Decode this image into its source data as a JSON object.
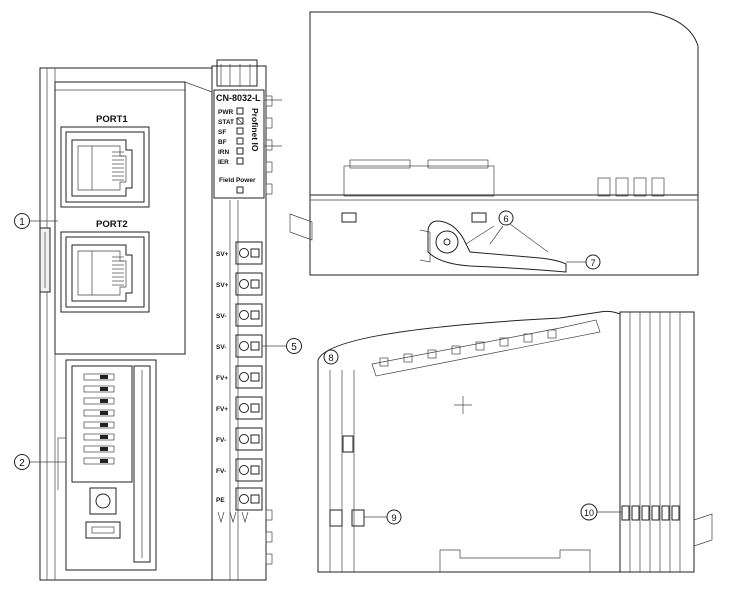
{
  "model": "CN-8032-L",
  "bus": "Profinet IO",
  "ports": [
    "PORT1",
    "PORT2"
  ],
  "leds": [
    "PWR",
    "STAT",
    "SF",
    "BF",
    "IRN",
    "IER"
  ],
  "field_power": "Field Power",
  "terminals": [
    "SV+",
    "SV+",
    "SV-",
    "SV-",
    "FV+",
    "FV+",
    "FV-",
    "FV-",
    "PE"
  ],
  "callouts": [
    "1",
    "2",
    "5",
    "6",
    "7",
    "8",
    "9",
    "10"
  ]
}
